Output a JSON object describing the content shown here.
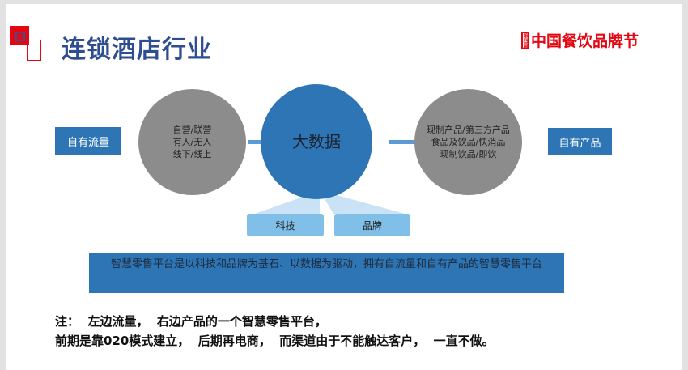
{
  "header": {
    "title": "连锁酒店行业",
    "logo_text": "中国餐饮品牌节",
    "logo_seal": "第四届"
  },
  "diagram": {
    "left_box": "自有流量",
    "left_circle": [
      "自营/联营",
      "有人/无人",
      "线下/线上"
    ],
    "center": "大数据",
    "right_circle": [
      "现制产品/第三方产品",
      "食品及饮品/快消品",
      "现制饮品/即饮"
    ],
    "right_box": "自有产品",
    "bottom_left": "科技",
    "bottom_right": "品牌"
  },
  "banner": "智慧零售平台是以科技和品牌为基石、以数据为驱动，拥有自流量和自有产品的智慧零售平台",
  "notes": [
    "注：  左边流量，  右边产品的一个智慧零售平台，",
    "前期是靠020模式建立，  后期再电商，  而渠道由于不能触达客户，  一直不做。"
  ],
  "colors": {
    "accent_red": "#e30613",
    "title_blue": "#2f4e8f",
    "box_blue": "#2e75b6",
    "circle_gray": "#8c8c8c",
    "light_blue": "#7fbfe8"
  }
}
